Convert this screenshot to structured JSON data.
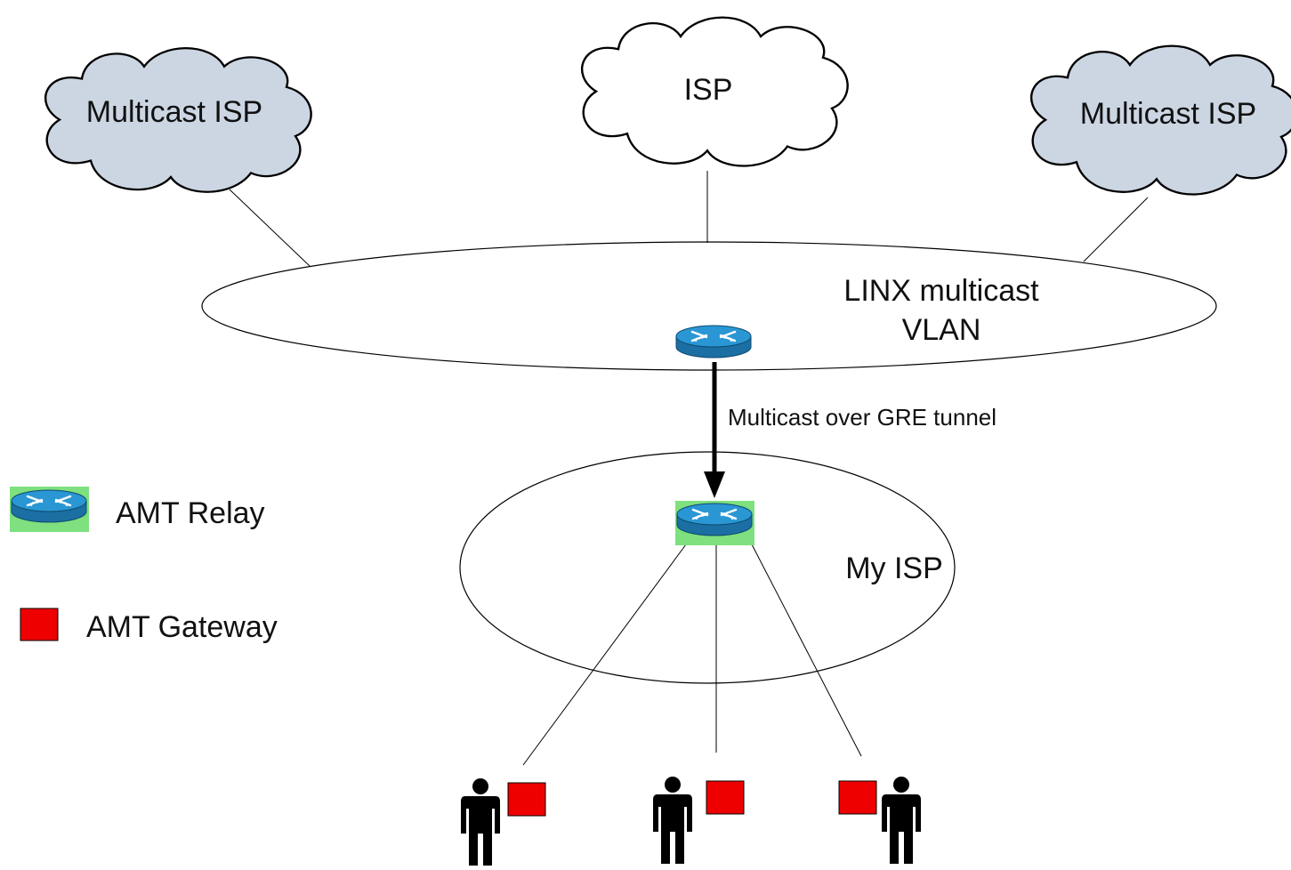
{
  "clouds": [
    {
      "id": "cloud-left",
      "label": "Multicast ISP",
      "fill": "#ccd6e3"
    },
    {
      "id": "cloud-center",
      "label": "ISP",
      "fill": "#ffffff"
    },
    {
      "id": "cloud-right",
      "label": "Multicast ISP",
      "fill": "#ccd6e3"
    }
  ],
  "linx": {
    "label_line1": "LINX multicast",
    "label_line2": "VLAN"
  },
  "tunnel": {
    "label": "Multicast over GRE tunnel"
  },
  "my_isp": {
    "label": "My ISP"
  },
  "legend": {
    "relay_label": "AMT Relay",
    "gateway_label": "AMT Gateway"
  },
  "colors": {
    "relay_highlight": "#7ee07e",
    "router_blue": "#1f8cc8",
    "gateway_red": "#ee0000",
    "multicast_cloud": "#ccd6e3",
    "stroke": "#000000"
  },
  "icons": {
    "router": "router-icon",
    "gateway": "gateway-square-icon",
    "user": "person-icon"
  }
}
